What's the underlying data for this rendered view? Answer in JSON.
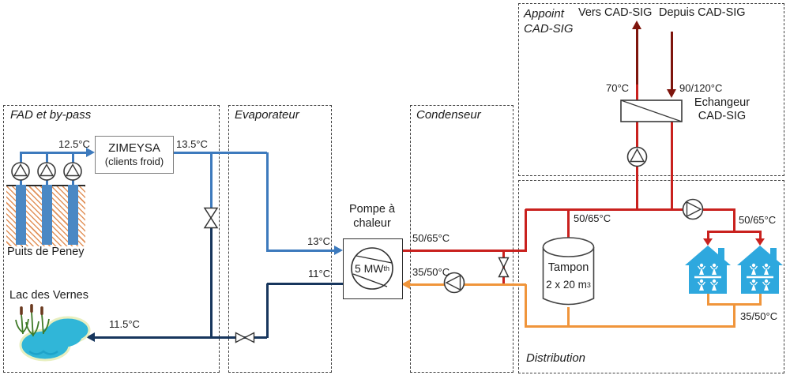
{
  "colors": {
    "ink": "#1c1c1c",
    "boxline": "#3f3f3f",
    "blue": "#3D7ABD",
    "navy": "#17365D",
    "red": "#C9211E",
    "darkred": "#7E150D",
    "orange": "#F0953B",
    "cyan": "#2EA8DE",
    "well": "#4B88C4",
    "hatch": "#E2925A",
    "lake": "#30B6D8",
    "lakeline": "#E8EFC0",
    "wave": "#1EA3C9",
    "reedgreen": "#3F7A28",
    "reedbrown": "#6B3A1F"
  },
  "boxes": {
    "fad": "FAD et by-pass",
    "evaporateur": "Evaporateur",
    "condenseur": "Condenseur",
    "appoint_line1": "Appoint",
    "appoint_line2": "CAD-SIG",
    "distribution": "Distribution"
  },
  "source": {
    "wells_label": "Puits de Peney",
    "lake_label": "Lac des Vernes",
    "supply_temp": "12.5°C",
    "client_line1": "ZIMEYSA",
    "client_line2": "(clients froid)",
    "client_out_temp": "13.5°C",
    "lake_return_temp": "11.5°C"
  },
  "heat_pump": {
    "title_line1": "Pompe à",
    "title_line2": "chaleur",
    "power": "5 MW",
    "power_sub": "th",
    "evap_in_temp": "13°C",
    "evap_out_temp": "11°C",
    "cond_out_temp": "50/65°C",
    "cond_in_temp": "35/50°C"
  },
  "cad_sig": {
    "to_label": "Vers CAD-SIG",
    "from_label": "Depuis CAD-SIG",
    "to_temp": "70°C",
    "from_temp": "90/120°C",
    "exchanger_line1": "Echangeur",
    "exchanger_line2": "CAD-SIG"
  },
  "distribution": {
    "tank_supply_temp": "50/65°C",
    "tank_line1": "Tampon",
    "tank_line2": "2 x 20 m",
    "tank_sup": "3",
    "houses_supply_temp": "50/65°C",
    "houses_return_temp": "35/50°C"
  }
}
